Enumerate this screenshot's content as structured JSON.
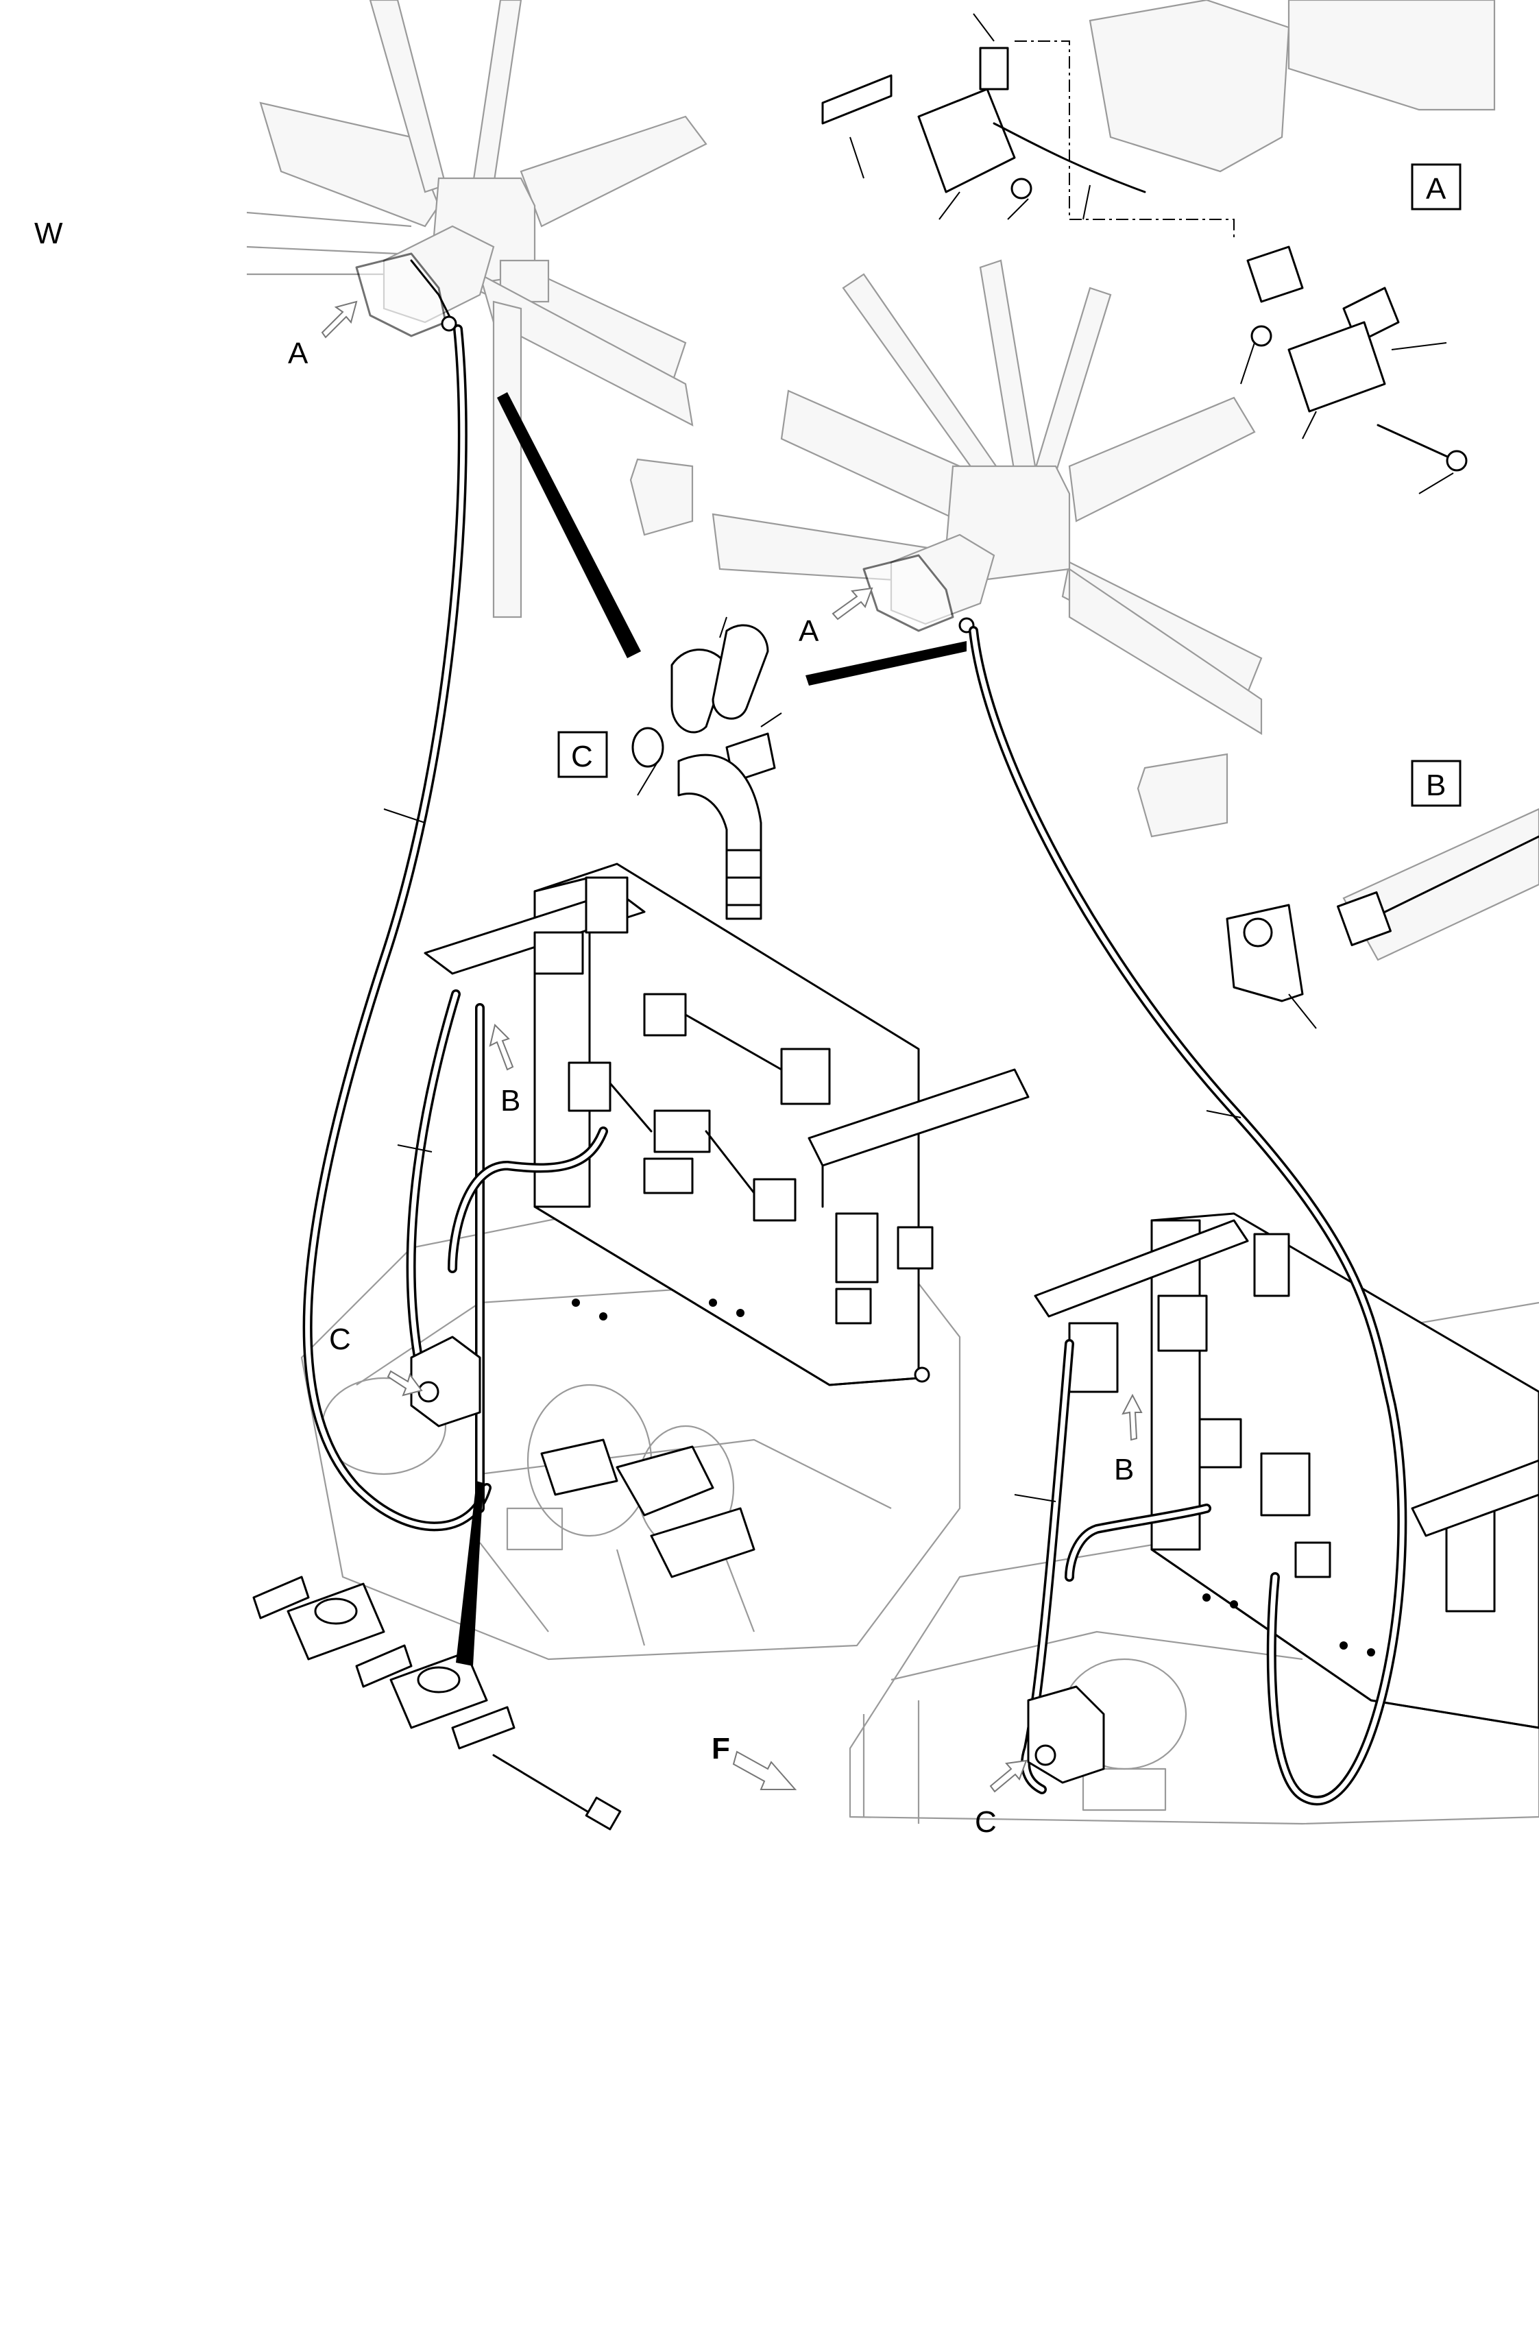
{
  "labels": {
    "view_w": "W",
    "arrow_a": "A",
    "arrow_b": "B",
    "arrow_c": "C",
    "arrow_f": "F",
    "detail_a": "A",
    "detail_b": "B",
    "detail_c": "C"
  },
  "colors": {
    "ink": "#000000",
    "ghost_line": "#9a9a9a",
    "background": "#ffffff"
  },
  "icons": {
    "direction_arrow": "hollow-arrow-icon",
    "callout": "black-wedge-callout"
  }
}
